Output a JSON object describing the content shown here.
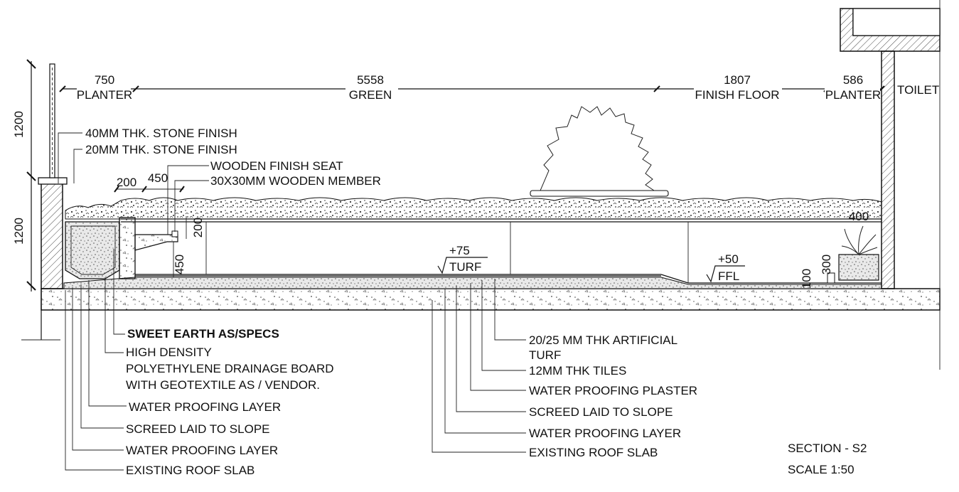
{
  "dimensions_top": {
    "d1_value": "750",
    "d1_label": "PLANTER",
    "d2_value": "5558",
    "d2_label": "GREEN",
    "d3_value": "1807",
    "d3_label": "FINISH FLOOR",
    "d4_value": "586",
    "d4_label": "PLANTER",
    "room_label": "TOILET"
  },
  "dimensions_vertical": {
    "upper": "1200",
    "lower": "1200"
  },
  "dimensions_small": {
    "d200_top": "200",
    "d450_top": "450",
    "d200_side": "200",
    "d450_side": "450",
    "d400": "400",
    "d300": "300",
    "d100": "100"
  },
  "levels": {
    "turf_value": "+75",
    "turf_label": "TURF",
    "ffl_value": "+50",
    "ffl_label": "FFL"
  },
  "callouts_top": [
    "40MM THK. STONE FINISH",
    "20MM THK. STONE FINISH",
    "WOODEN FINISH SEAT",
    "30X30MM WOODEN MEMBER"
  ],
  "callouts_left": {
    "sweet_earth": "SWEET EARTH AS/SPECS",
    "drainage_1": "HIGH DENSITY",
    "drainage_2": "POLYETHYLENE DRAINAGE BOARD",
    "drainage_3": "WITH GEOTEXTILE AS / VENDOR.",
    "wp_layer_1": "WATER PROOFING LAYER",
    "screed": "SCREED LAID TO SLOPE",
    "wp_layer_2": "WATER PROOFING LAYER",
    "roof_slab": "EXISTING ROOF SLAB"
  },
  "callouts_right": {
    "turf_1": "20/25 MM THK ARTIFICIAL",
    "turf_2": "TURF",
    "tiles": "12MM THK TILES",
    "wp_plaster": "WATER PROOFING PLASTER",
    "screed": "SCREED LAID TO SLOPE",
    "wp_layer": "WATER PROOFING LAYER",
    "roof_slab": "EXISTING ROOF SLAB"
  },
  "title_block": {
    "title": "SECTION - S2",
    "scale": "SCALE 1:50"
  }
}
